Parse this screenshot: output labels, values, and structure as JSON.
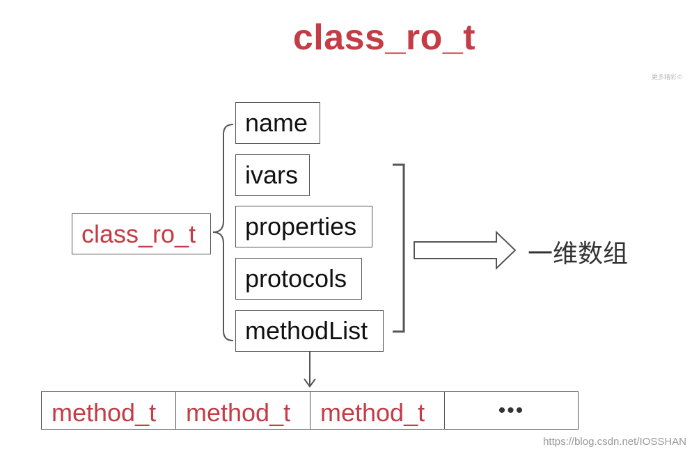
{
  "title": "class_ro_t",
  "root": {
    "label": "class_ro_t"
  },
  "fields": [
    {
      "label": "name"
    },
    {
      "label": "ivars"
    },
    {
      "label": "properties"
    },
    {
      "label": "protocols"
    },
    {
      "label": "methodList"
    }
  ],
  "result_label": "一维数组",
  "methods": {
    "cells": [
      "method_t",
      "method_t",
      "method_t"
    ],
    "ellipsis": "•••"
  },
  "watermark": "https://blog.csdn.net/IOSSHAN",
  "watermark_top": "更多精彩©",
  "colors": {
    "accent_red": "#c43c45",
    "line": "#555555"
  }
}
